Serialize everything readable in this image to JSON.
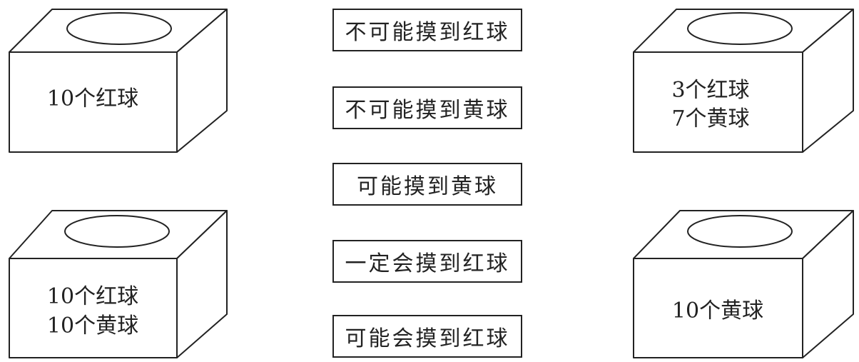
{
  "boxes": [
    {
      "lines": [
        "10个红球"
      ]
    },
    {
      "lines": [
        "10个红球",
        "10个黄球"
      ]
    },
    {
      "lines": [
        "3个红球",
        "7个黄球"
      ]
    },
    {
      "lines": [
        "10个黄球"
      ]
    }
  ],
  "statements": [
    "不可能摸到红球",
    "不可能摸到黄球",
    "可能摸到黄球",
    "一定会摸到红球",
    "可能会摸到红球"
  ]
}
